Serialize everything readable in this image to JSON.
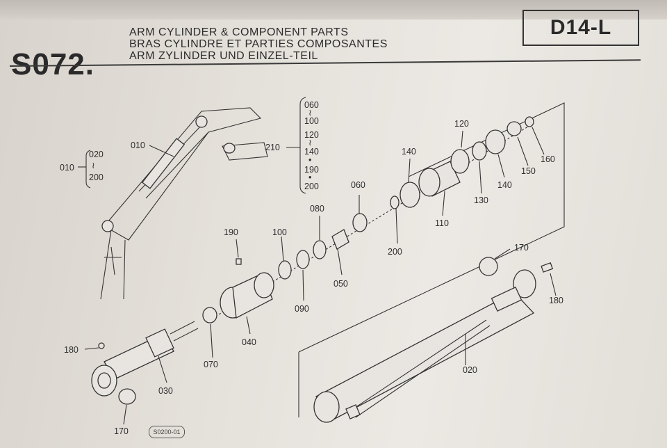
{
  "header": {
    "code": "S072.",
    "title_en": "ARM CYLINDER & COMPONENT PARTS",
    "title_fr": "BRAS CYLINDRE ET PARTIES COMPOSANTES",
    "title_de": "ARM ZYLINDER UND EINZEL-TEIL",
    "model": "D14-L"
  },
  "callouts": {
    "p010_left": "010",
    "p010_arm": "010",
    "r010_top": "020",
    "r010_mid": "≀",
    "r010_bot": "200",
    "p210": "210",
    "r210": [
      "060",
      "≀",
      "100",
      "120",
      "≀",
      "140",
      "•",
      "190",
      "•",
      "200"
    ],
    "p020": "020",
    "p030": "030",
    "p040": "040",
    "p050": "050",
    "p060": "060",
    "p070": "070",
    "p080": "080",
    "p090": "090",
    "p100": "100",
    "p110": "110",
    "p120": "120",
    "p130": "130",
    "p140a": "140",
    "p140b": "140",
    "p150": "150",
    "p160": "160",
    "p170a": "170",
    "p170b": "170",
    "p180a": "180",
    "p180b": "180",
    "p190": "190",
    "p200": "200"
  },
  "stamp": "S0200-01"
}
